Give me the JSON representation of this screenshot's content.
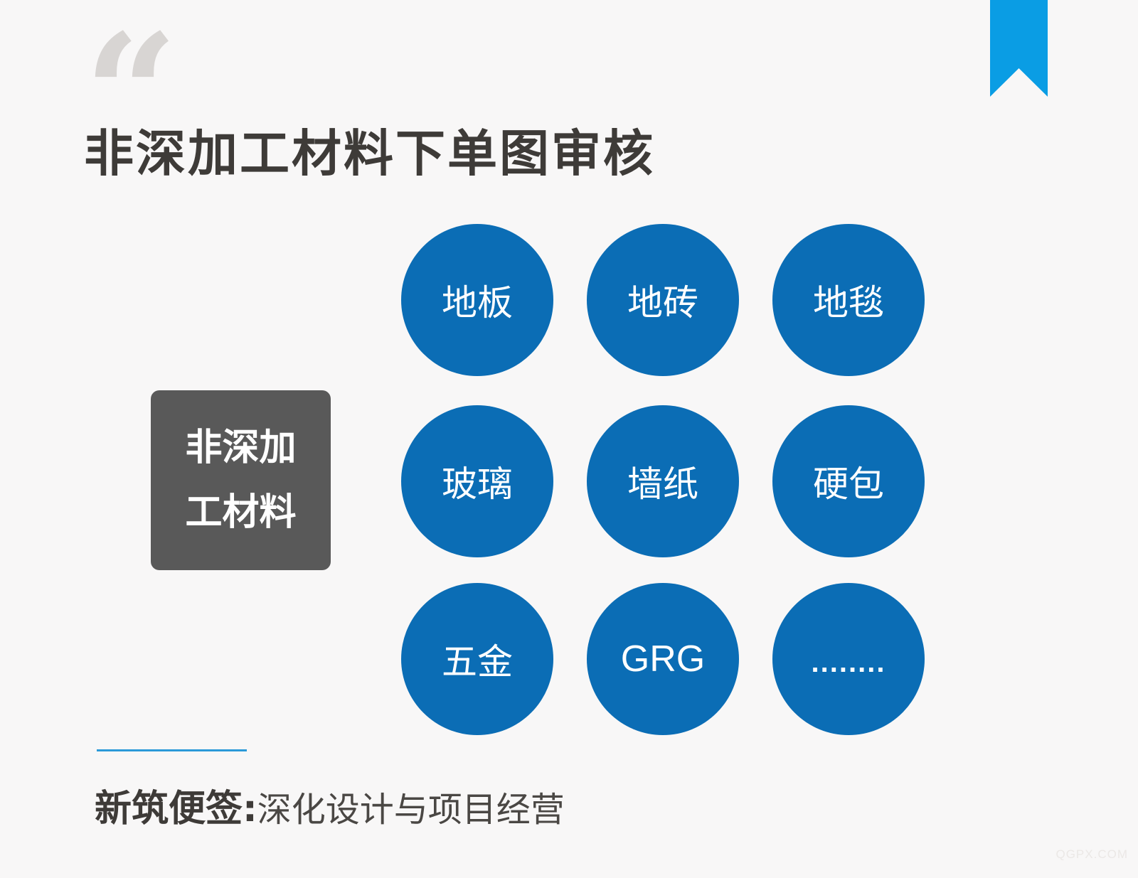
{
  "header": {
    "quote_mark": "“",
    "title": "非深加工材料下单图审核"
  },
  "category": {
    "line1": "非深加",
    "line2": "工材料"
  },
  "materials": [
    "地板",
    "地砖",
    "地毯",
    "玻璃",
    "墙纸",
    "硬包",
    "五金",
    "GRG",
    "........"
  ],
  "footer": {
    "brand": "新筑便签:",
    "tagline": "深化设计与项目经营"
  },
  "watermark": "QGPX.COM",
  "colors": {
    "circle": "#0b6db5",
    "category_box": "#595959",
    "bookmark": "#0a9de4",
    "divider": "#2b9ad9",
    "quote": "#d8d5d3",
    "title": "#3e3b38",
    "background": "#f8f7f7"
  },
  "icons": {
    "quote": "quote-open-icon",
    "bookmark": "bookmark-ribbon-icon"
  }
}
